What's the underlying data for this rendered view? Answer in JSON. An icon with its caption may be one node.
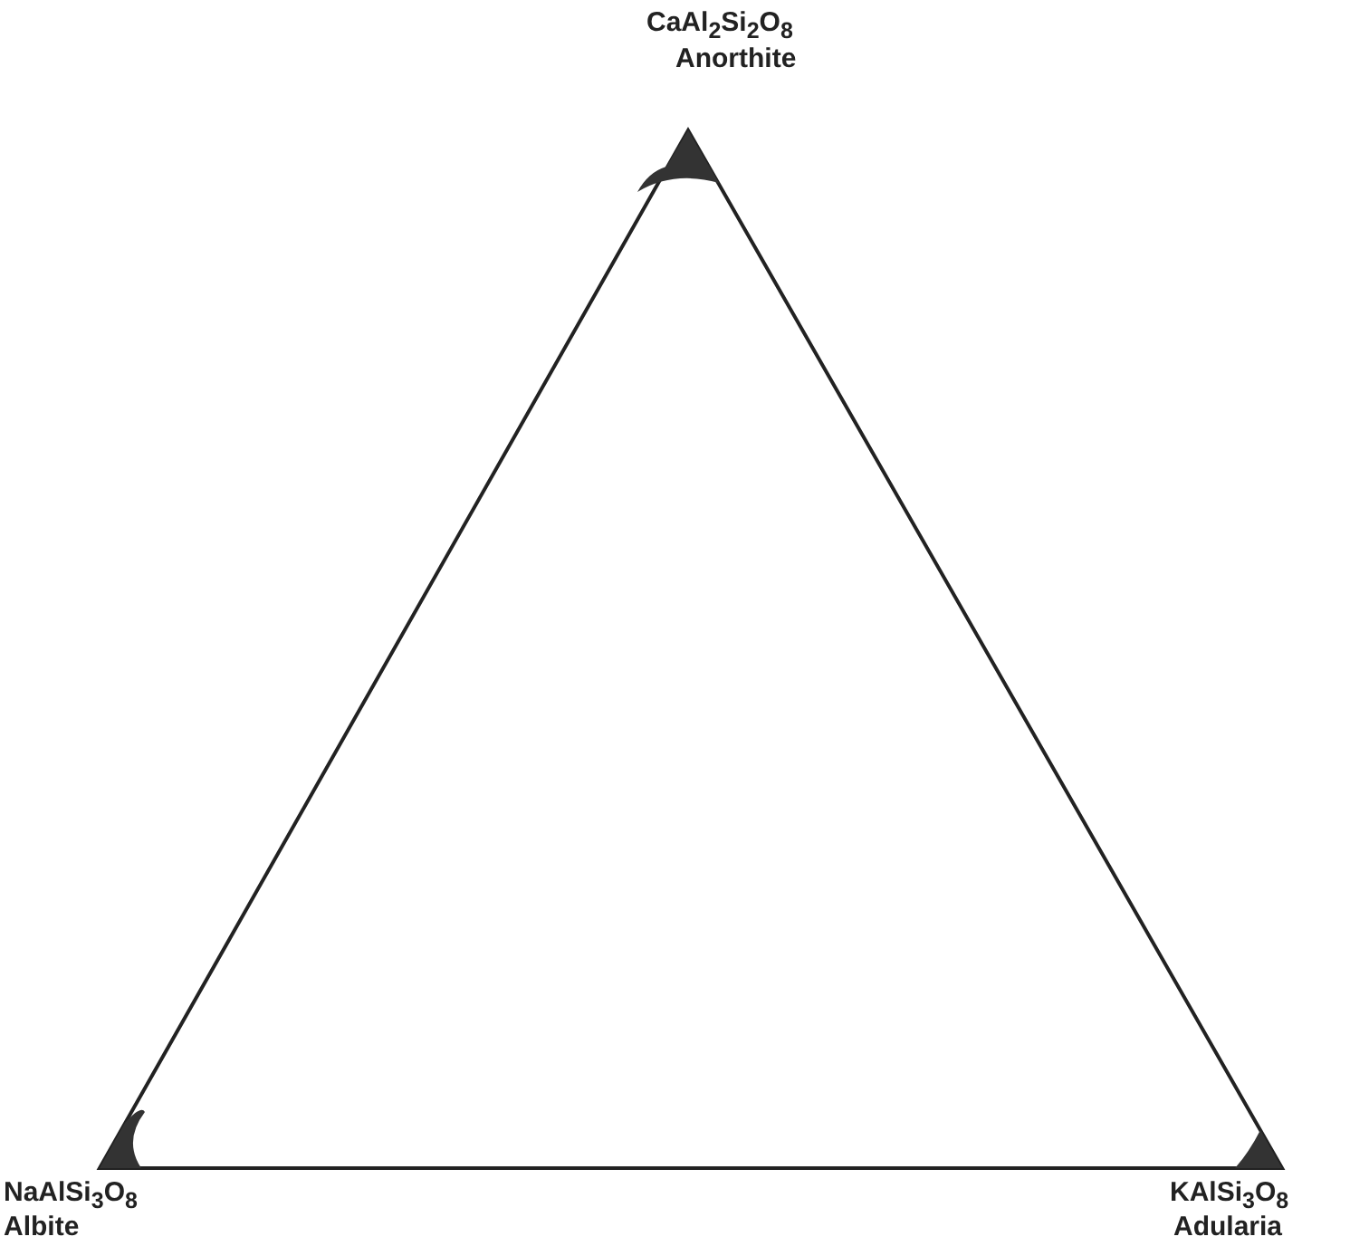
{
  "diagram": {
    "labels": [
      "CaAl$_{2}$Si$_{2}$O$_{8}$",
      "Anorthite",
      "NaAlSi$_{3}$O$_{8}$",
      "Albite",
      "KAlSi$_{3}$O$_{8}$",
      "Adularia"
    ]
  }
}
